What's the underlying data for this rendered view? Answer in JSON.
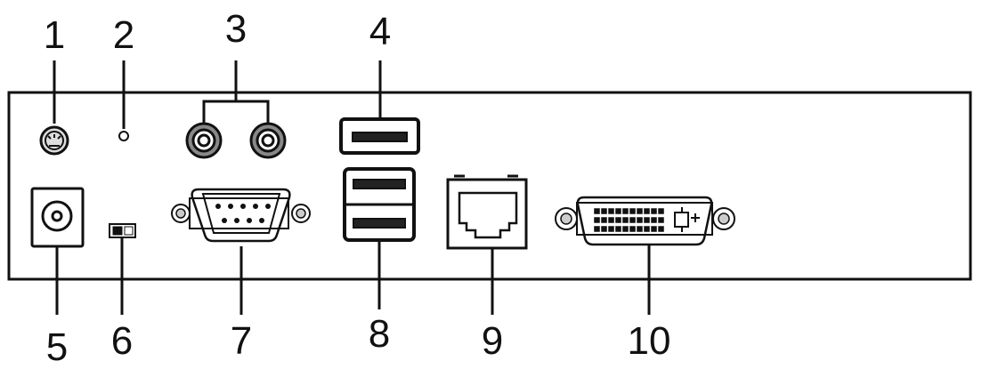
{
  "callouts": {
    "c1": "1",
    "c2": "2",
    "c3": "3",
    "c4": "4",
    "c5": "5",
    "c6": "6",
    "c7": "7",
    "c8": "8",
    "c9": "9",
    "c10": "10"
  },
  "colors": {
    "line": "#111111",
    "background": "#ffffff"
  }
}
